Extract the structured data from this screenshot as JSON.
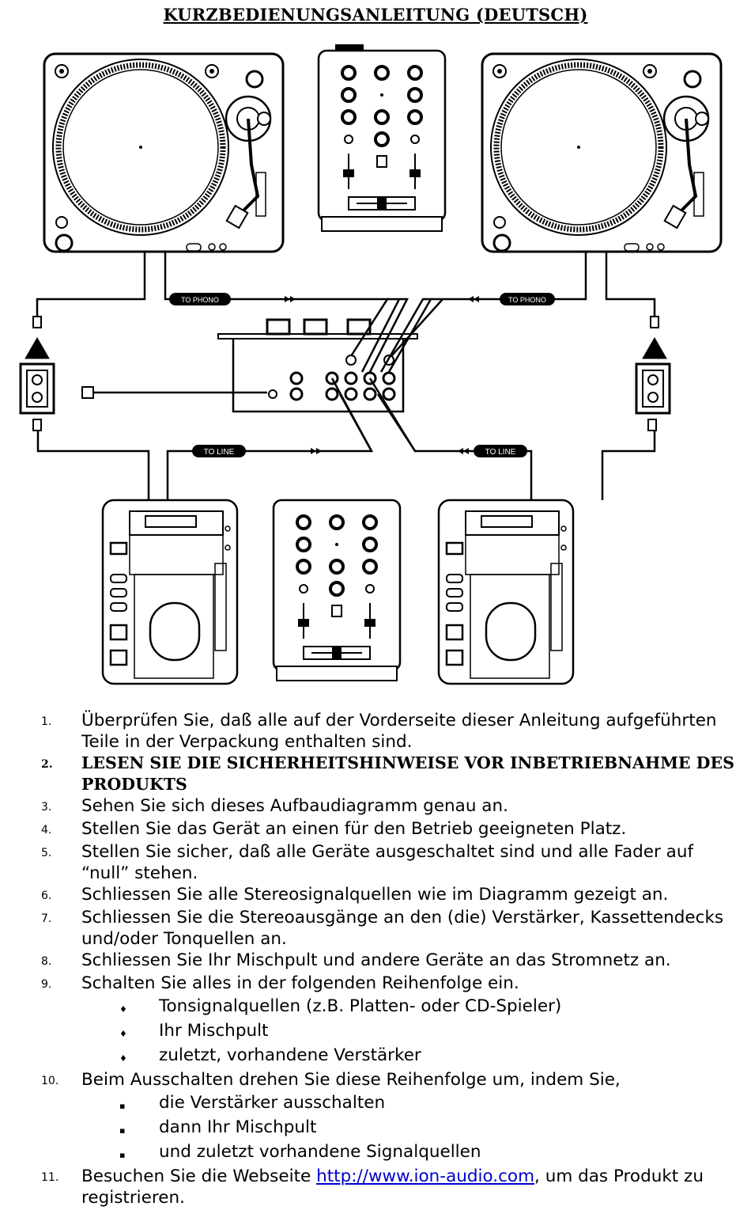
{
  "title": "KURZBEDIENUNGSANLEITUNG (DEUTSCH)",
  "diagram": {
    "to_phono_left": "TO PHONO",
    "to_phono_right": "TO PHONO",
    "to_line_left": "TO LINE",
    "to_line_right": "TO LINE"
  },
  "steps": [
    {
      "num": "1.",
      "text": "Überprüfen Sie, daß alle auf der Vorderseite dieser Anleitung aufgeführten Teile in der Verpackung enthalten sind."
    },
    {
      "num": "2.",
      "text": "LESEN SIE DIE SICHERHEITSHINWEISE VOR INBETRIEBNAHME DES PRODUKTS"
    },
    {
      "num": "3.",
      "text": "Sehen Sie sich dieses Aufbaudiagramm genau an."
    },
    {
      "num": "4.",
      "text": "Stellen Sie das Gerät an einen für den Betrieb geeigneten Platz."
    },
    {
      "num": "5.",
      "text": "Stellen Sie sicher, daß alle Geräte ausgeschaltet sind und alle Fader auf “null” stehen."
    },
    {
      "num": "6.",
      "text": "Schliessen Sie alle Stereosignalquellen wie im Diagramm gezeigt an."
    },
    {
      "num": "7.",
      "text": "Schliessen Sie die Stereoausgänge an den (die) Verstärker, Kassettendecks und/oder Tonquellen an."
    },
    {
      "num": "8.",
      "text": "Schliessen Sie Ihr Mischpult und andere Geräte an das Stromnetz an."
    },
    {
      "num": "9.",
      "text": "Schalten Sie alles in der folgenden Reihenfolge ein.",
      "bullet": "♦",
      "items": [
        "Tonsignalquellen (z.B. Platten- oder CD-Spieler)",
        "Ihr Mischpult",
        "zuletzt, vorhandene Verstärker"
      ]
    },
    {
      "num": "10.",
      "text": "Beim Ausschalten drehen Sie diese Reihenfolge um, indem Sie,",
      "bullet": "▪",
      "items": [
        "die Verstärker ausschalten",
        "dann Ihr Mischpult",
        "und zuletzt vorhandene Signalquellen"
      ]
    },
    {
      "num": "11.",
      "text_before": "Besuchen Sie die Webseite ",
      "link": "http://www.ion-audio.com",
      "text_after": ", um das Produkt zu registrieren."
    }
  ]
}
